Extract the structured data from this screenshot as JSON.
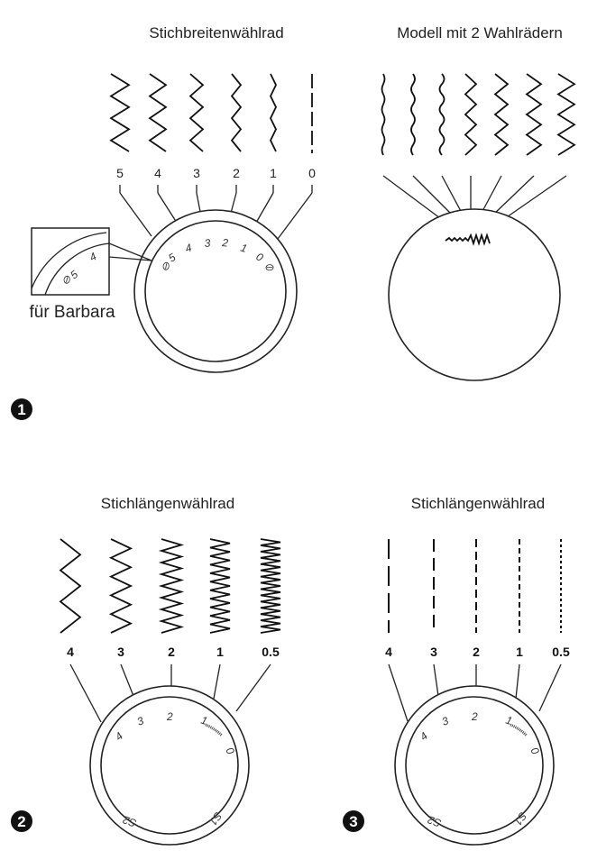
{
  "panel1": {
    "title_left": "Stichbreitenwählrad",
    "title_right": "Modell mit 2 Wahlrädern",
    "width_labels": [
      "5",
      "4",
      "3",
      "2",
      "1",
      "0"
    ],
    "dial_labels": [
      "5",
      "4",
      "3",
      "2",
      "1",
      "0"
    ],
    "inset_labels": [
      "5",
      "4"
    ],
    "inset_caption": "für Barbara",
    "badge": "1"
  },
  "panel2": {
    "title": "Stichlängenwählrad",
    "length_labels": [
      "4",
      "3",
      "2",
      "1",
      "0.5"
    ],
    "dial_labels": [
      "4",
      "3",
      "2",
      "1",
      "0",
      "S1",
      "S2"
    ],
    "badge": "2"
  },
  "panel3": {
    "title": "Stichlängenwählrad",
    "length_labels": [
      "4",
      "3",
      "2",
      "1",
      "0.5"
    ],
    "dial_labels": [
      "4",
      "3",
      "2",
      "1",
      "0",
      "S1",
      "S2"
    ],
    "badge": "3"
  }
}
